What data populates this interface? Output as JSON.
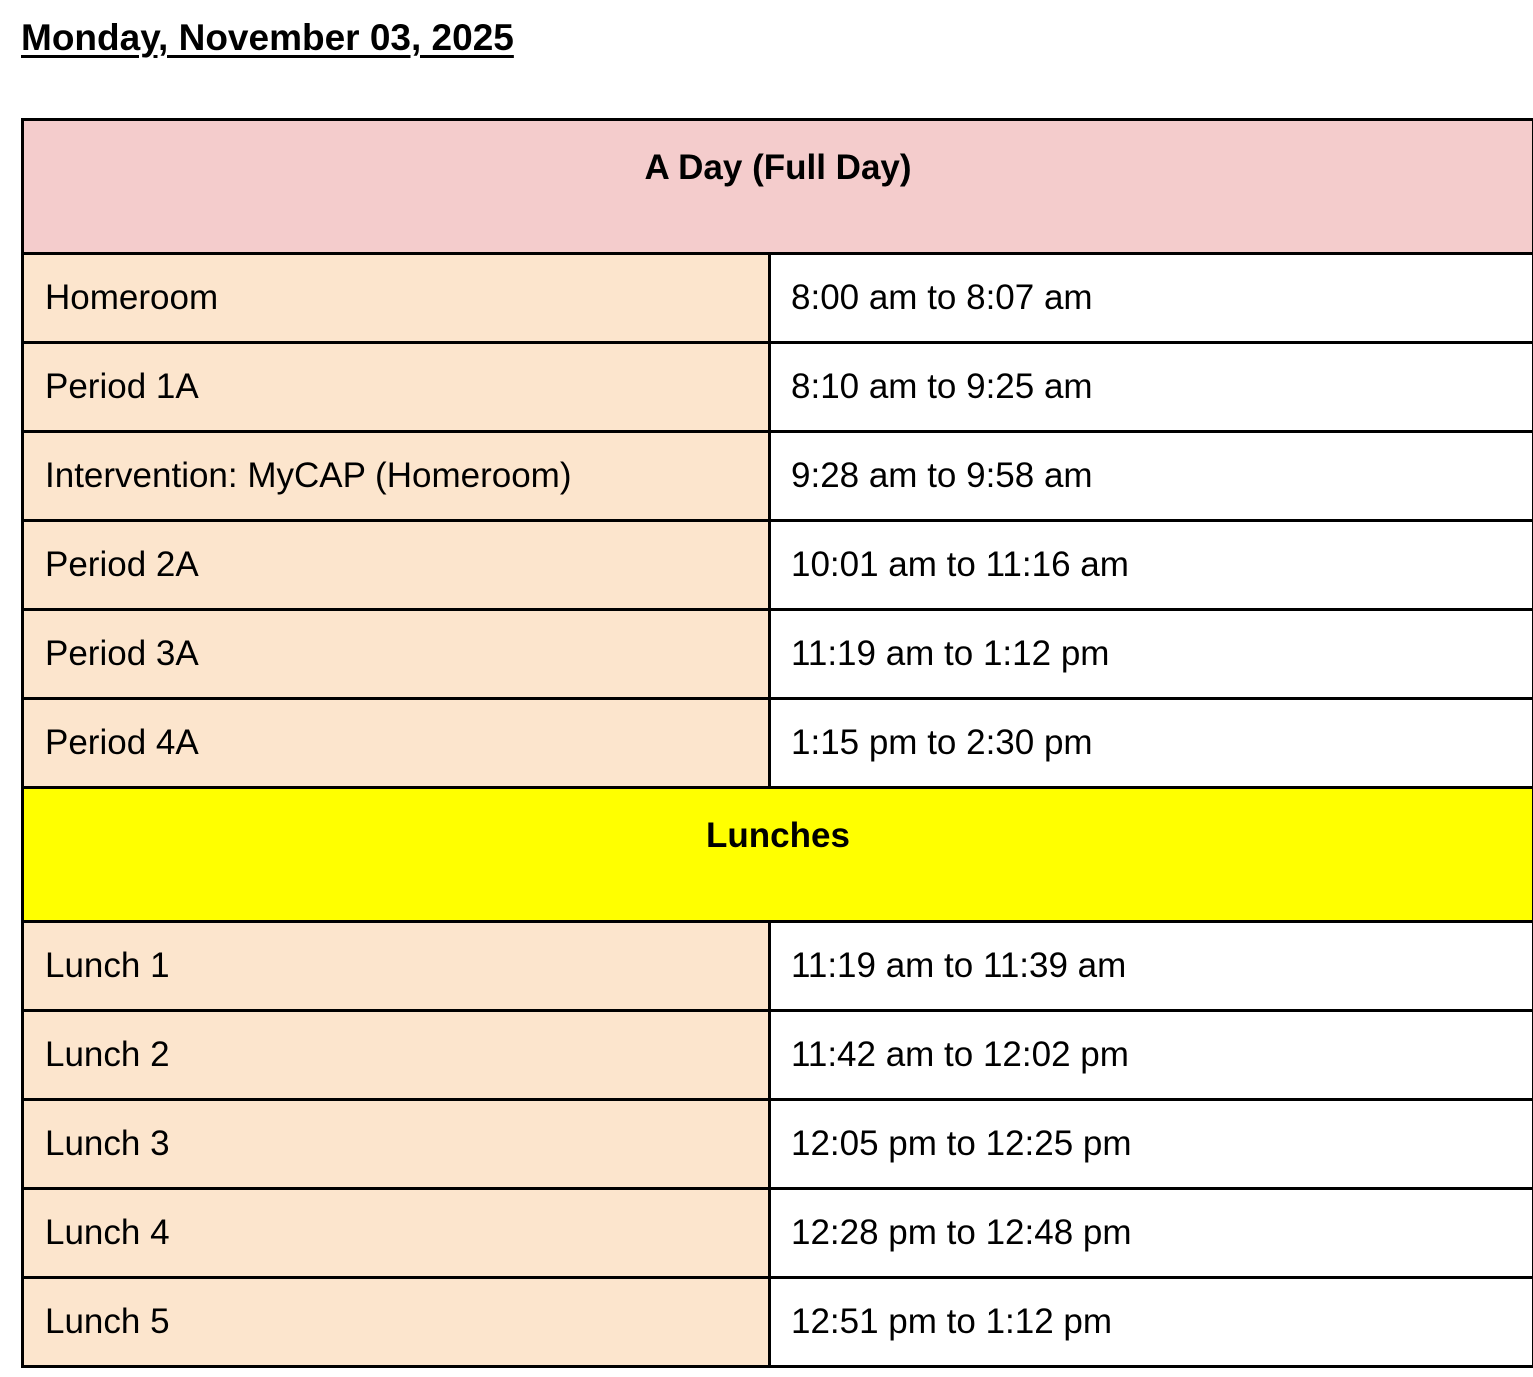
{
  "document": {
    "title": "Monday, November 03, 2025"
  },
  "colors": {
    "a_day_header": "#f4cccc",
    "lunches_header": "#ffff00",
    "label_cells": "#fce5cd",
    "time_cells": "#ffffff"
  },
  "schedule": {
    "a_day_header": "A Day (Full Day)",
    "periods": [
      {
        "name": "Homeroom",
        "time": "8:00 am to 8:07 am"
      },
      {
        "name": "Period 1A",
        "time": "8:10 am to 9:25 am"
      },
      {
        "name": "Intervention: MyCAP (Homeroom)",
        "time": "9:28 am to 9:58 am"
      },
      {
        "name": "Period 2A",
        "time": "10:01 am to 11:16 am"
      },
      {
        "name": "Period 3A",
        "time": "11:19 am to 1:12 pm"
      },
      {
        "name": "Period 4A",
        "time": "1:15 pm to 2:30 pm"
      }
    ],
    "lunches_header": "Lunches",
    "lunches": [
      {
        "name": "Lunch 1",
        "time": "11:19 am to 11:39 am"
      },
      {
        "name": "Lunch 2",
        "time": "11:42 am to 12:02 pm"
      },
      {
        "name": "Lunch 3",
        "time": "12:05 pm to 12:25 pm"
      },
      {
        "name": "Lunch 4",
        "time": "12:28 pm to 12:48 pm"
      },
      {
        "name": "Lunch 5",
        "time": "12:51 pm to 1:12 pm"
      }
    ]
  }
}
